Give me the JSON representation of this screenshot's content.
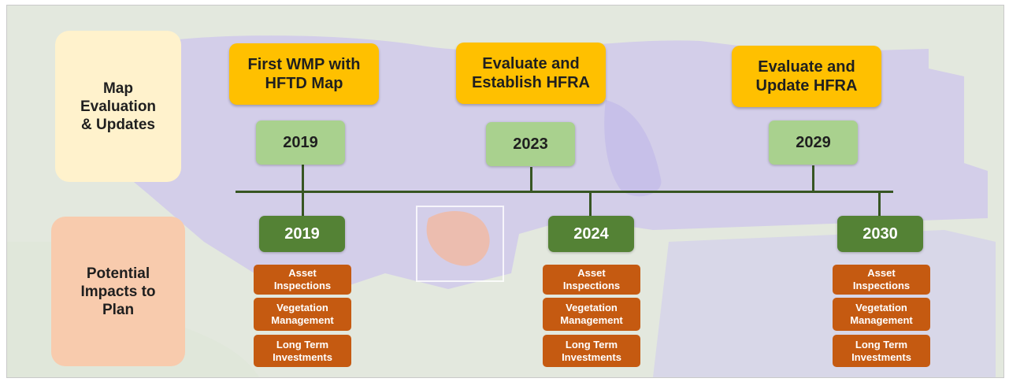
{
  "row_labels": {
    "map": "Map\nEvaluation\n& Updates",
    "impacts": "Potential\nImpacts to\nPlan"
  },
  "milestones": [
    {
      "label": "First WMP with\nHFTD Map",
      "year": "2019"
    },
    {
      "label": "Evaluate and\nEstablish HFRA",
      "year": "2023"
    },
    {
      "label": "Evaluate and\nUpdate HFRA",
      "year": "2029"
    }
  ],
  "impact_years": [
    {
      "year": "2019",
      "items": [
        "Asset\nInspections",
        "Vegetation\nManagement",
        "Long Term\nInvestments"
      ]
    },
    {
      "year": "2024",
      "items": [
        "Asset\nInspections",
        "Vegetation\nManagement",
        "Long Term\nInvestments"
      ]
    },
    {
      "year": "2030",
      "items": [
        "Asset\nInspections",
        "Vegetation\nManagement",
        "Long Term\nInvestments"
      ]
    }
  ],
  "colors": {
    "milestone": "#ffc000",
    "year_light": "#a9d18e",
    "year_dark": "#548235",
    "impact": "#c55a11",
    "map_label_bg": "#fff2cc",
    "impacts_label_bg": "#f8cbad",
    "axis": "#375623"
  }
}
